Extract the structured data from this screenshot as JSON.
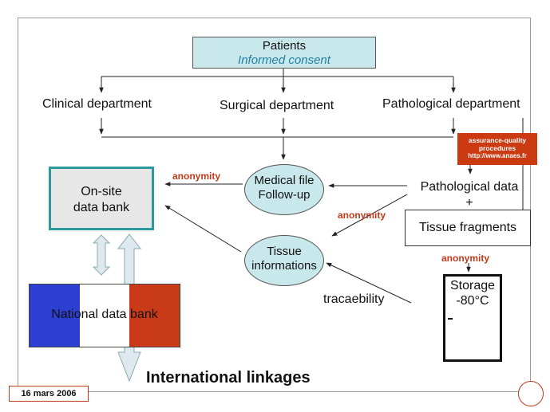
{
  "patients": {
    "title": "Patients",
    "subtitle": "Informed consent"
  },
  "departments": {
    "clinical": "Clinical department",
    "surgical": "Surgical department",
    "pathological": "Pathological department"
  },
  "onsite_bank": {
    "line1": "On-site",
    "line2": "data bank"
  },
  "medical_file": {
    "line1": "Medical file",
    "line2": "Follow-up"
  },
  "tissue_info": {
    "line1": "Tissue",
    "line2": "informations"
  },
  "anonymity_label": "anonymity",
  "assurance": {
    "line1": "assurance-quality",
    "line2": "procedures",
    "url": "http://www.anaes.fr"
  },
  "pathological_data": {
    "line1": "Pathological data",
    "line2": "+"
  },
  "tissue_fragments": "Tissue fragments",
  "storage": {
    "line1": "Storage",
    "line2": "-80°C"
  },
  "traceability": "tracaebility",
  "national_bank": "National data bank",
  "international": "International  linkages",
  "date": "16 mars 2006",
  "colors": {
    "teal_fill": "#c9e8ec",
    "teal_border": "#2a9aa0",
    "accent_red": "#c0391b",
    "flag_blue": "#2d3fd0",
    "flag_red": "#c83a18",
    "arrow_fill": "#dde9ee"
  }
}
